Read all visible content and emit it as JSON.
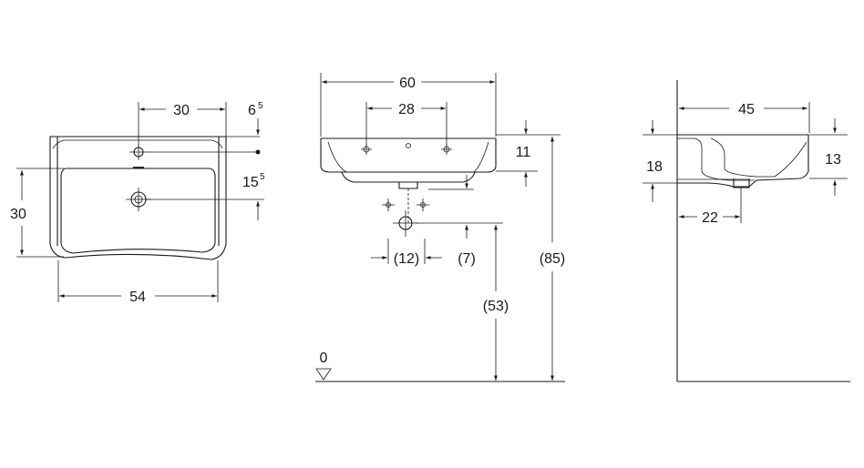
{
  "front_view": {
    "dim_tap_offset": "30",
    "dim_tap_from_edge": "6",
    "dim_tap_from_edge_sup": "5",
    "dim_overflow": "15",
    "dim_overflow_sup": "5",
    "dim_depth": "30",
    "dim_width": "54"
  },
  "side_view": {
    "dim_overall_width": "60",
    "dim_tap_spacing": "28",
    "dim_rim_height": "11",
    "dim_waste_offset": "(12)",
    "dim_waste_drop": "(7)",
    "dim_waste_height": "(53)",
    "dim_total_height": "(85)",
    "floor_level": "0"
  },
  "profile_view": {
    "dim_projection": "45",
    "dim_height": "18",
    "dim_bowl_depth": "13",
    "dim_waste_from_wall": "22"
  }
}
